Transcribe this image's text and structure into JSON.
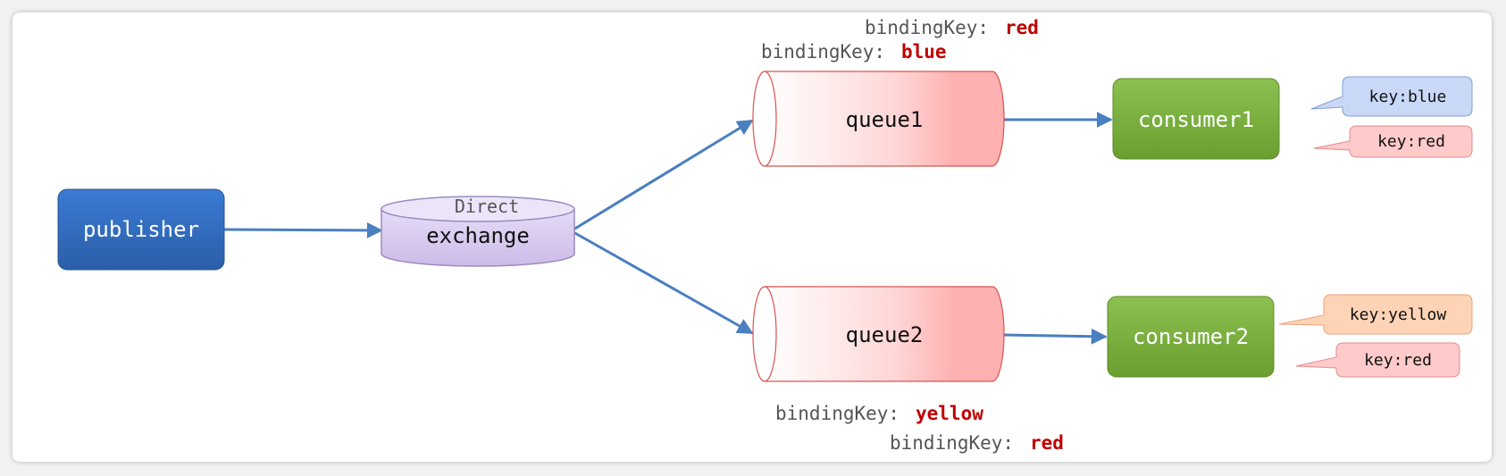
{
  "nodes": {
    "publisher": "publisher",
    "exchange_type": "Direct",
    "exchange": "exchange",
    "queue1": "queue1",
    "queue2": "queue2",
    "consumer1": "consumer1",
    "consumer2": "consumer2"
  },
  "bindings": {
    "label": "bindingKey:",
    "q1_red": "red",
    "q1_blue": "blue",
    "q2_yellow": "yellow",
    "q2_red": "red"
  },
  "bubbles": {
    "c1_blue": "key:blue",
    "c1_red": "key:red",
    "c2_yellow": "key:yellow",
    "c2_red": "key:red"
  },
  "colors": {
    "publisher": "#2e6bbf",
    "exchange": "#d9ccf0",
    "queue": "#ffb3b3",
    "consumer": "#7cb342",
    "arrow": "#4a7fc0",
    "key_value": "#c00000",
    "bubble_blue": "#c6d6f5",
    "bubble_red": "#ffc9c9",
    "bubble_orange": "#ffd1b3"
  }
}
